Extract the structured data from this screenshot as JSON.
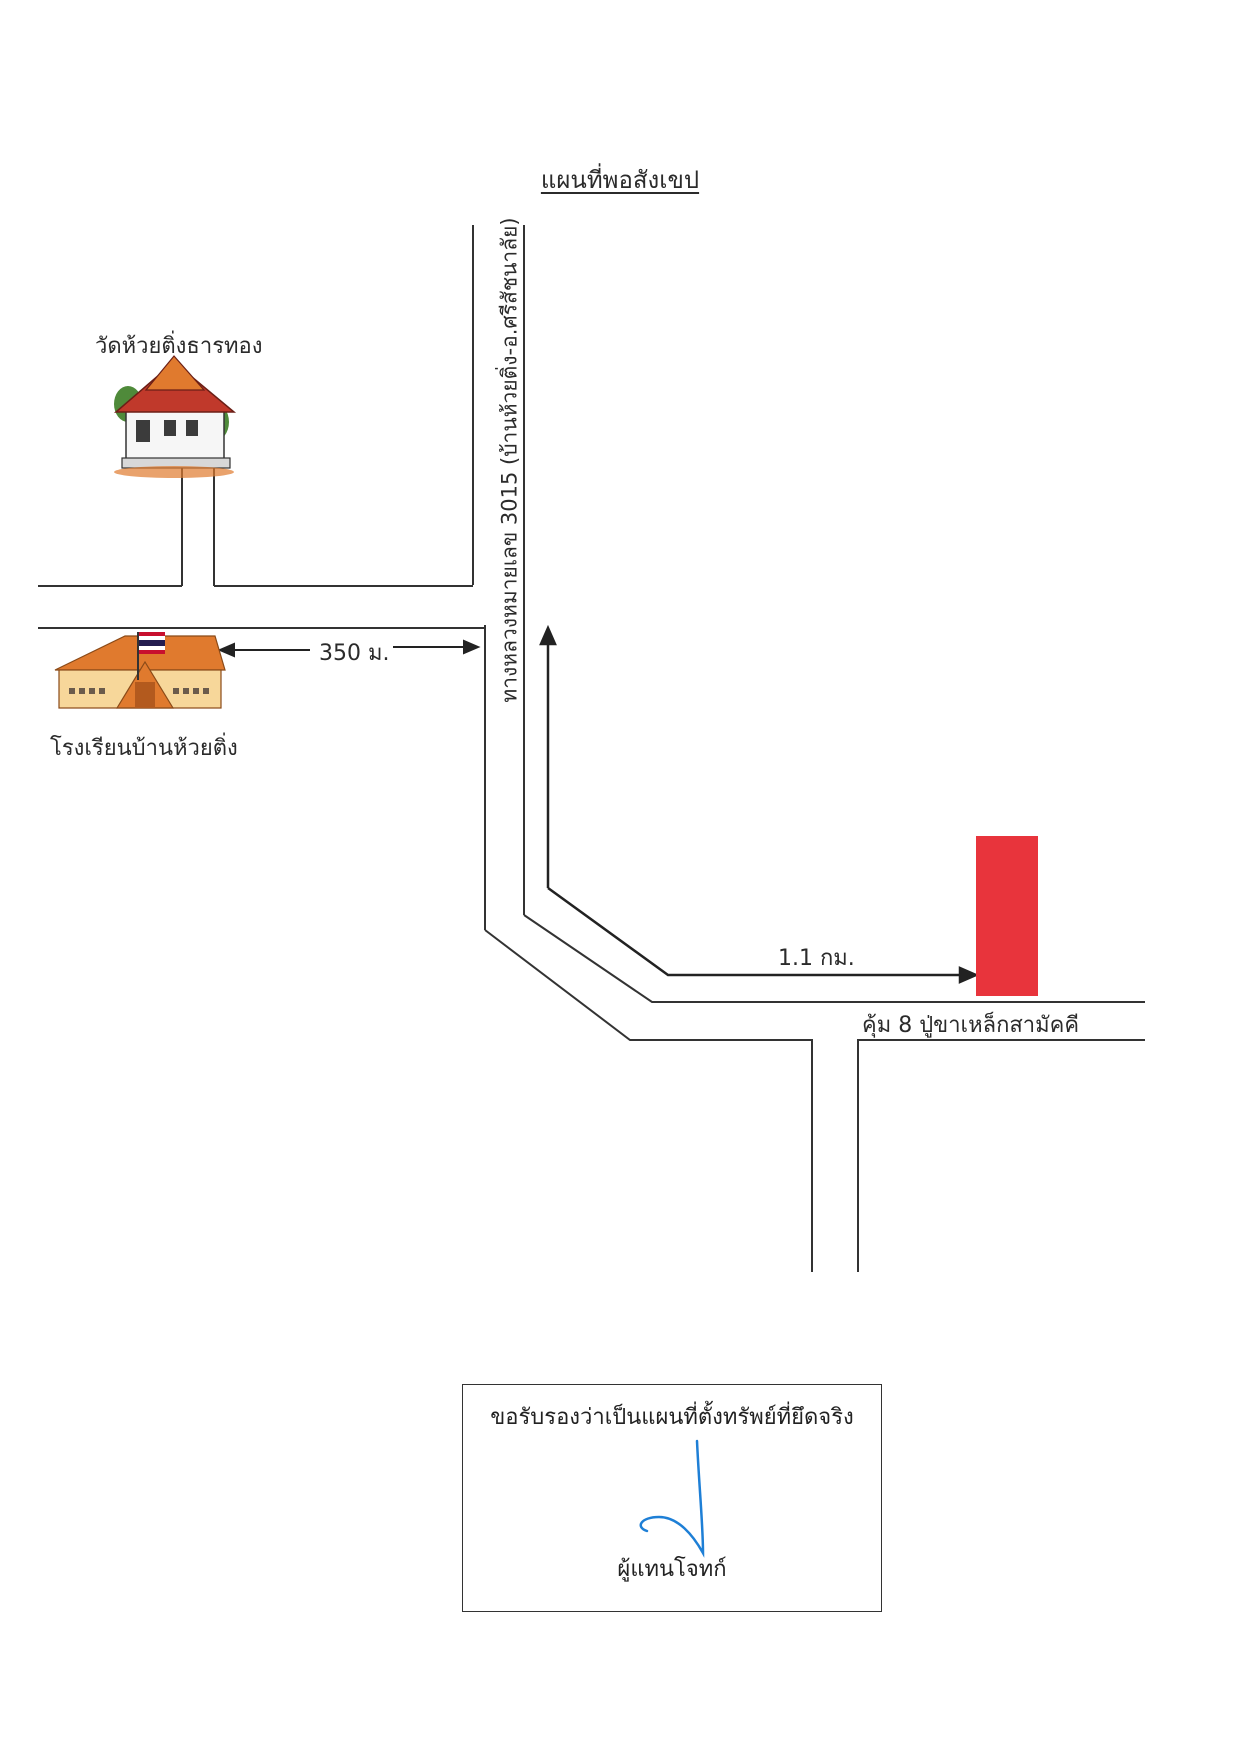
{
  "title": "แผนที่พอสังเขป",
  "landmarks": {
    "temple": "วัดห้วยติ่งธารทอง",
    "school": "โรงเรียนบ้านห้วยติ่ง",
    "property_village": "คุ้ม 8 ปู่ขาเหล็กสามัคคี"
  },
  "roads": {
    "highway": "ทางหลวงหมายเลข 3015 (บ้านห้วยติ่ง-อ.ศรีสัชนาลัย)"
  },
  "distances": {
    "school_to_highway": "350 ม.",
    "turn_to_property": "1.1 กม."
  },
  "certification": {
    "text": "ขอรับรองว่าเป็นแผนที่ตั้งทรัพย์ที่ยึดจริง",
    "signer": "ผู้แทนโจทก์"
  },
  "colors": {
    "property_marker": "#e8343c",
    "signature_ink": "#1e7fd6",
    "roof": "#e07a2e",
    "temple_roof": "#c0392b"
  },
  "icons": [
    "temple-icon",
    "school-icon",
    "thai-flag-icon",
    "property-marker"
  ]
}
